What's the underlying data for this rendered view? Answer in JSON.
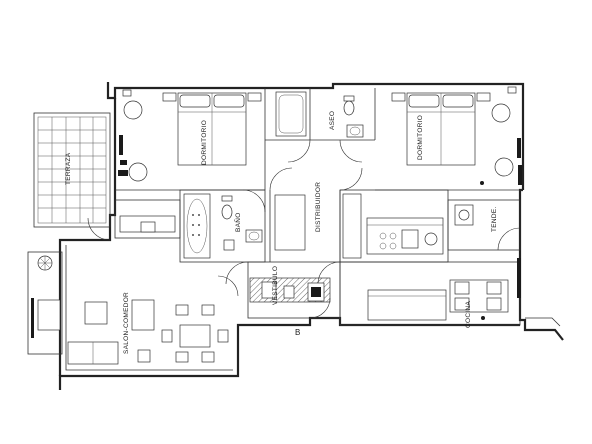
{
  "rooms": {
    "dormitorio_left": "DORMITORIO",
    "dormitorio_right": "DORMITORIO",
    "aseo": "ASEO",
    "terraza": "TERRAZA",
    "bano": "BAÑO",
    "distribuidor": "DISTRIBUIDOR",
    "vestibulo": "VESTIBULO",
    "salon_comedor": "SALON-COMEDOR",
    "cocina": "COCINA",
    "tende": "TENDE."
  },
  "marks": {
    "entrance": "B"
  },
  "colors": {
    "line": "#222222",
    "background": "#ffffff",
    "hatch": "#444444"
  }
}
